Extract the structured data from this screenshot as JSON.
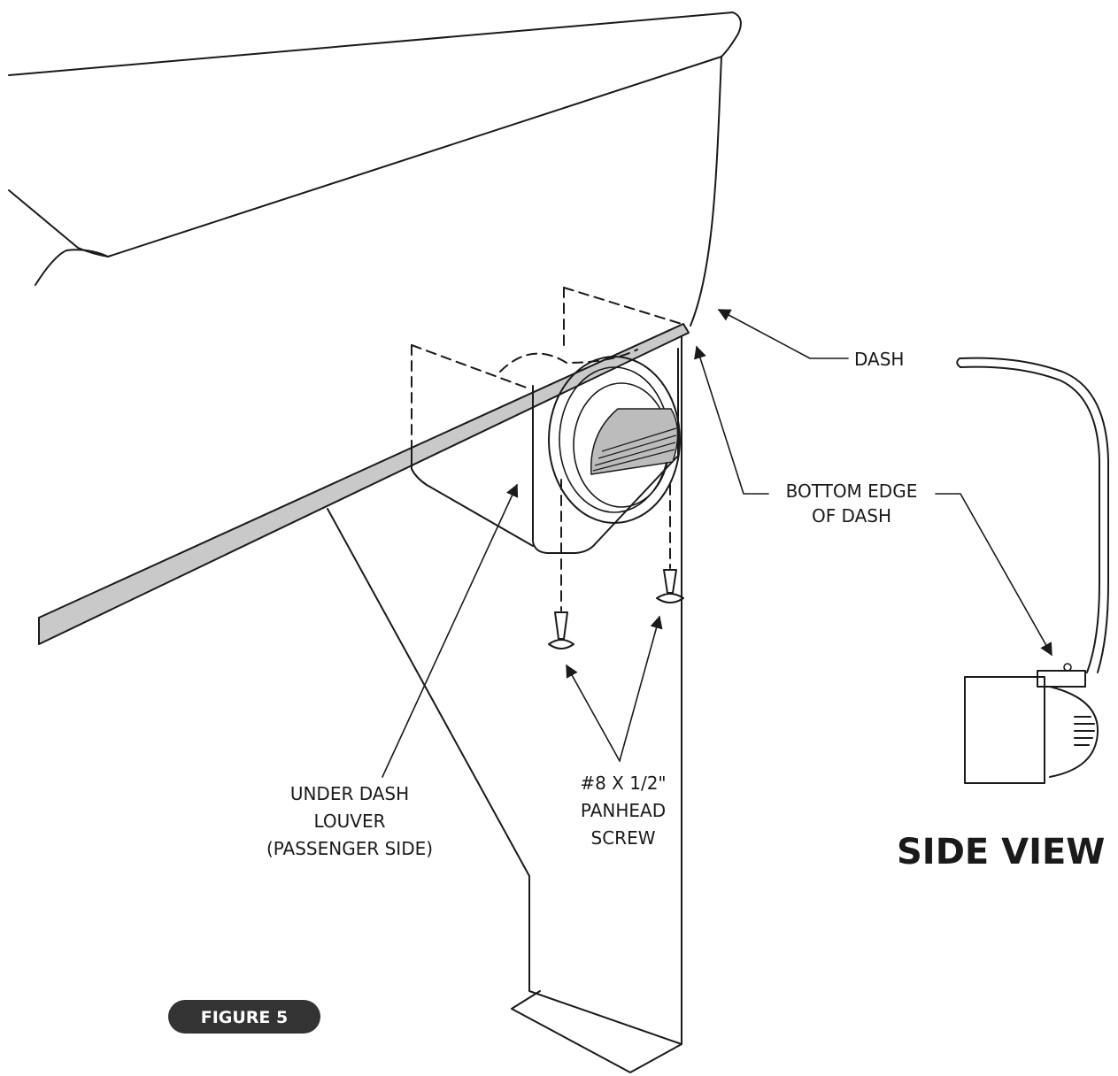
{
  "labels": {
    "dash": "DASH",
    "bottom_edge_line1": "BOTTOM EDGE",
    "bottom_edge_line2": "OF DASH",
    "louver_line1": "UNDER DASH",
    "louver_line2": "LOUVER",
    "louver_line3": "(PASSENGER SIDE)",
    "screw_line1": "#8 X 1/2\"",
    "screw_line2": "PANHEAD",
    "screw_line3": "SCREW",
    "side_view": "SIDE VIEW",
    "figure": "FIGURE 5"
  },
  "colors": {
    "line": "#1a1a1a",
    "trim": "#c9c9c9",
    "badge": "#333333"
  }
}
